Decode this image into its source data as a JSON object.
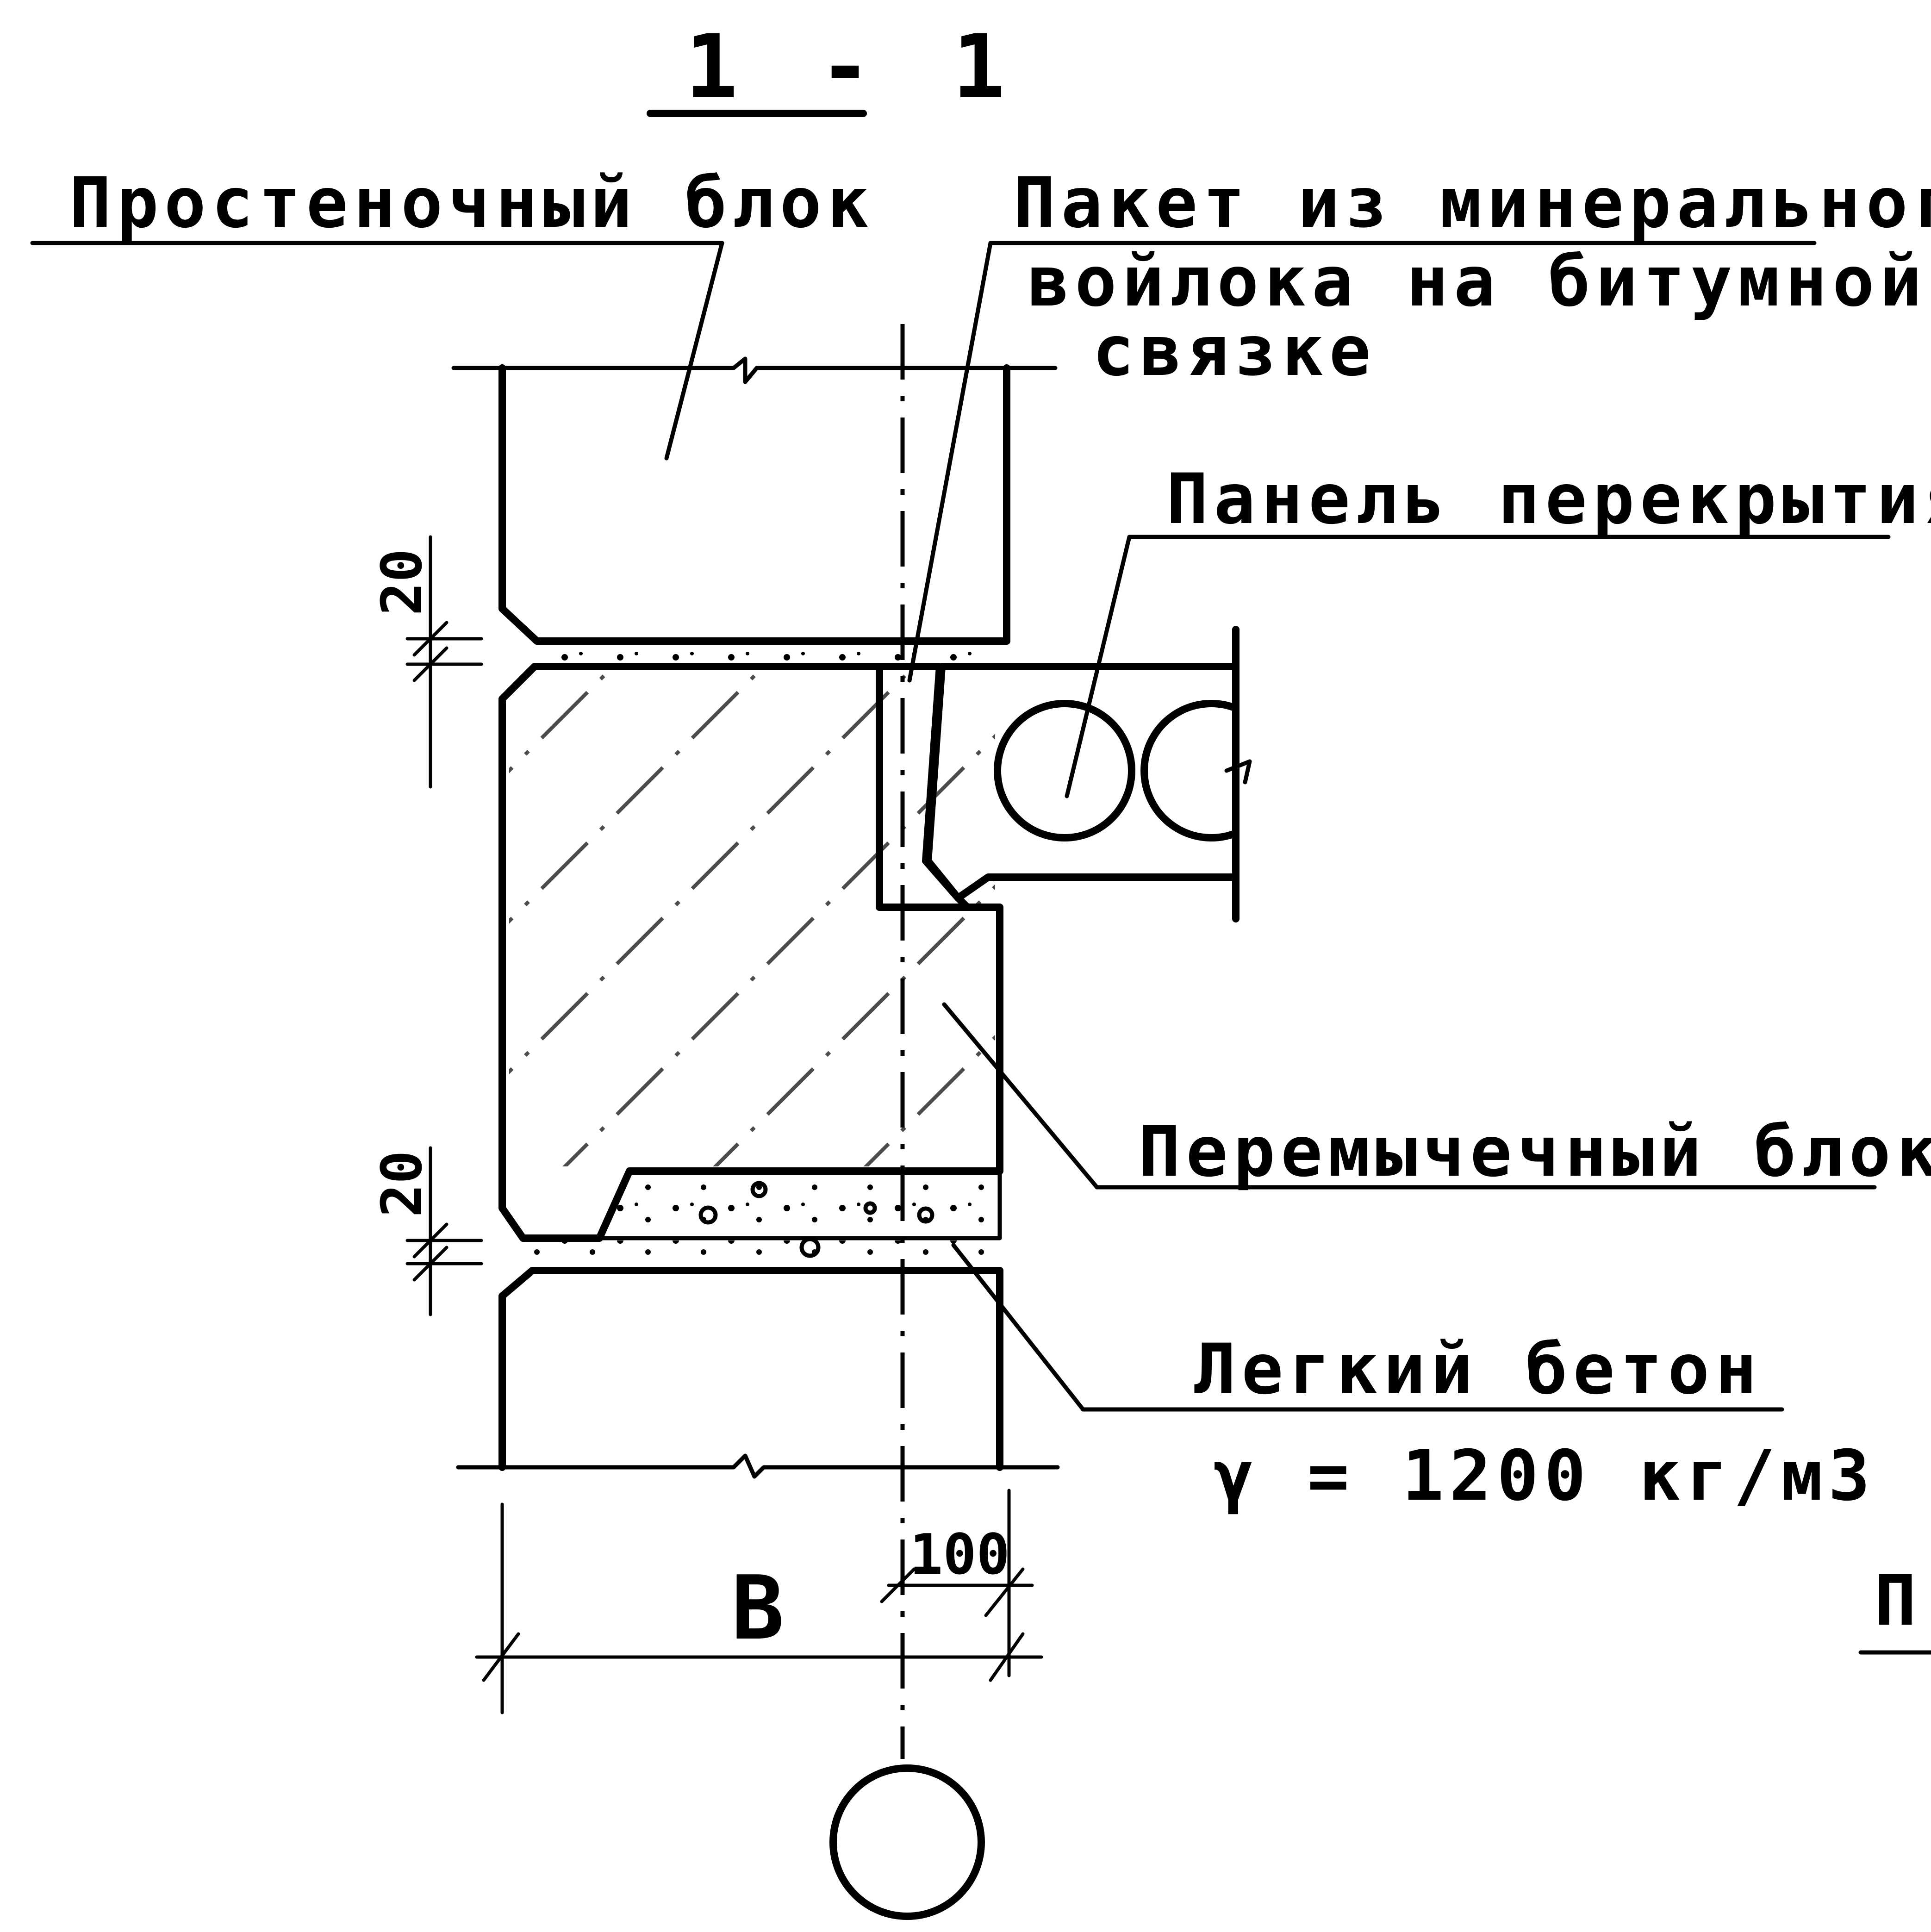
{
  "section": {
    "title": "1 - 1"
  },
  "labels": {
    "pier_block": "Простеночный блок",
    "felt_packet_1": "Пакет из минерального",
    "felt_packet_2": "войлока на битумной",
    "felt_packet_3": "связке",
    "floor_panel": "Панель перекрытия",
    "lintel_block": "Перемычечный блок",
    "light_concrete": "Легкий бетон",
    "density": "γ = 1200 кг/м3",
    "edge_fragment": "П"
  },
  "dimensions": {
    "joint_top": "20",
    "joint_bottom": "20",
    "offset": "100",
    "width": "В"
  }
}
